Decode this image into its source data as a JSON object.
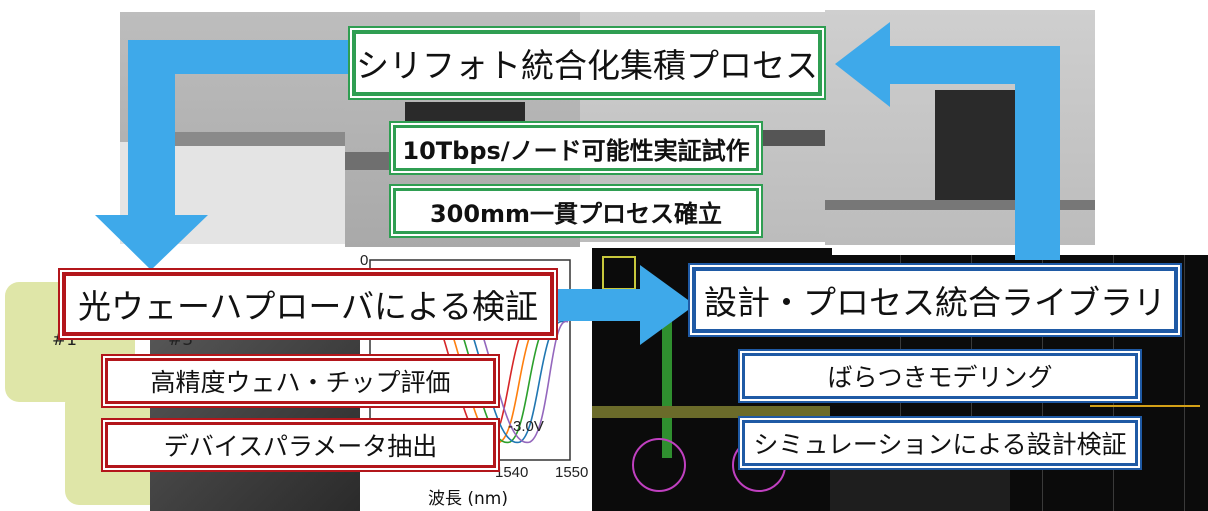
{
  "top_box": {
    "title": "シリフォト統合化集積プロセス"
  },
  "green_items": [
    "10Tbps/ノード可能性実証試作",
    "300mm一貫プロセス確立"
  ],
  "left_box": {
    "title": "光ウェーハプローバによる検証"
  },
  "red_items": [
    "高精度ウェハ・チップ評価",
    "デバイスパラメータ抽出"
  ],
  "right_box": {
    "title": "設計・プロセス統合ライブラリ"
  },
  "blue_items": [
    "ばらつきモデリング",
    "シミュレーションによる設計検証"
  ],
  "wafer_labels": [
    "#1",
    "#3"
  ],
  "spectrum_plot": {
    "xlabel": "波長 (nm)",
    "x_ticks": [
      "1540",
      "1550"
    ],
    "y_tick": "0",
    "annotation": "-3.0V"
  },
  "colors": {
    "arrow": "#3ea9ea",
    "green": "#2f9e52",
    "red": "#b3161b",
    "blue": "#1f5aa5"
  }
}
